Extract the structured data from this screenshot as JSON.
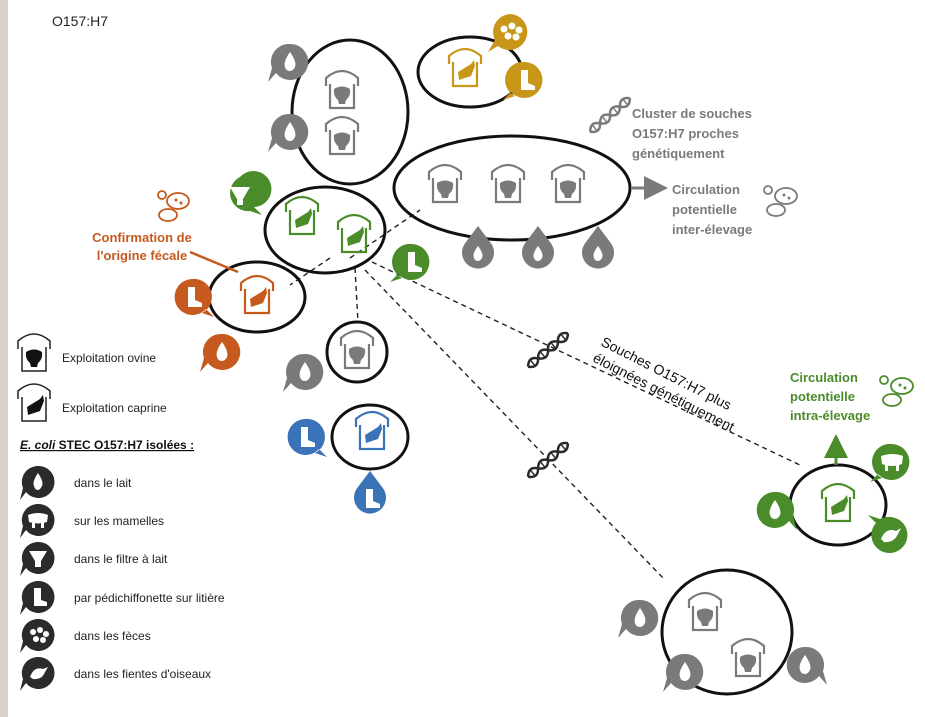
{
  "title": "O157:H7",
  "colors": {
    "gray": "#7a7a7a",
    "dark": "#2b2b2b",
    "green": "#4a8c2a",
    "orange": "#c65a1e",
    "gold": "#c9961a",
    "blue": "#3a73b8"
  },
  "annotations": {
    "cluster": [
      "Cluster de souches",
      "O157:H7 proches",
      "génétiquement"
    ],
    "inter": [
      "Circulation",
      "potentielle",
      "inter-élevage"
    ],
    "confirmation": [
      "Confirmation de",
      "l'origine fécale"
    ],
    "distant": [
      "Souches O157:H7 plus",
      "éloignées génétiquement"
    ],
    "intra": [
      "Circulation",
      "potentielle",
      "intra-élevage"
    ]
  },
  "legend": {
    "farms": [
      {
        "icon": "sheep-farm-icon",
        "label": "Exploitation ovine"
      },
      {
        "icon": "goat-farm-icon",
        "label": "Exploitation caprine"
      }
    ],
    "header_italic": "E. coli",
    "header_rest": " STEC O157:H7 isolées :",
    "items": [
      {
        "icon": "milk-drop-icon",
        "label": "dans le lait"
      },
      {
        "icon": "udder-icon",
        "label": "sur les mamelles"
      },
      {
        "icon": "milk-filter-icon",
        "label": "dans le filtre à lait"
      },
      {
        "icon": "boot-icon",
        "label": "par pédichiffonette sur litière"
      },
      {
        "icon": "feces-icon",
        "label": "dans les fèces"
      },
      {
        "icon": "bird-icon",
        "label": "dans les fientes d'oiseaux"
      }
    ]
  }
}
